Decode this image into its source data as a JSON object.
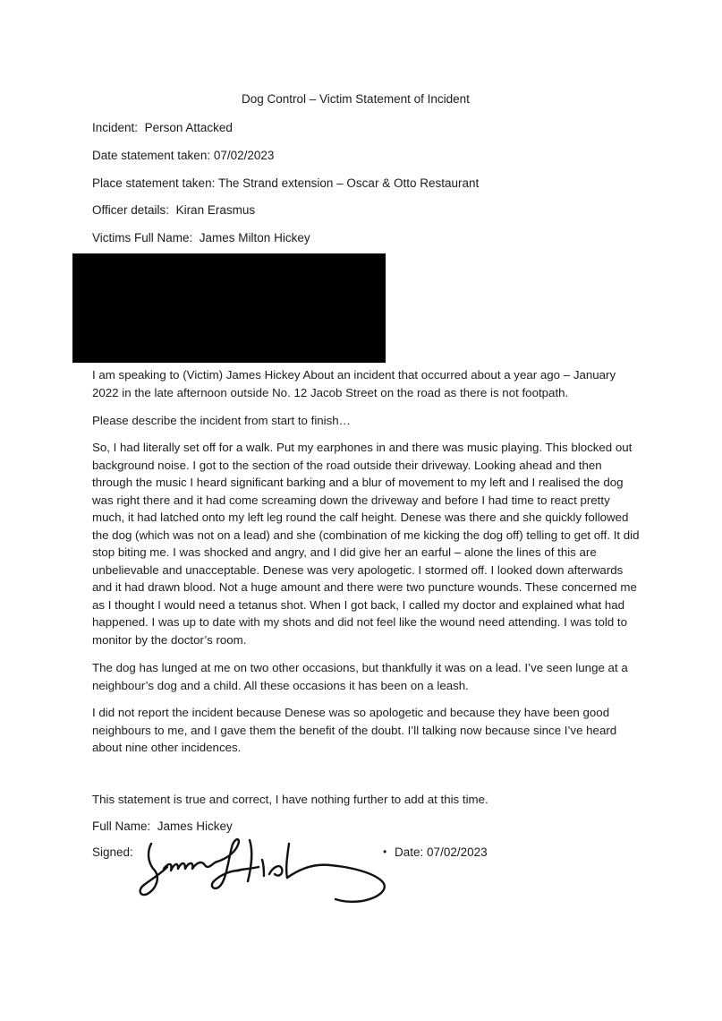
{
  "document": {
    "title": "Dog Control – Victim Statement of Incident",
    "fields": {
      "incident_label": "Incident:",
      "incident_value": "Person Attacked",
      "date_taken_label": "Date statement taken:",
      "date_taken_value": "07/02/2023",
      "place_label": "Place statement taken:",
      "place_value": "The Strand extension – Oscar & Otto Restaurant",
      "officer_label": "Officer details:",
      "officer_value": "Kiran Erasmus",
      "victim_label": "Victims Full Name:",
      "victim_value": "James Milton Hickey"
    },
    "paragraphs": {
      "intro": "I am speaking to (Victim) James Hickey About an incident that occurred about a year ago – January 2022 in the late afternoon outside No. 12 Jacob Street on the road as there is not footpath.",
      "prompt": "Please describe the incident from start to finish…",
      "account": "So, I had literally set off for a walk. Put my earphones in and there was music playing. This blocked out background noise. I got to the section of the road outside their driveway. Looking ahead and then through the music I heard significant barking and a blur of movement to my left and I realised the dog was right there and it had come screaming down the driveway and before I had time to react pretty much, it had latched onto my left leg round the calf height. Denese was there and she quickly followed the dog (which was not on a lead) and she (combination of me kicking the dog off) telling to get off. It did stop biting me. I was shocked and angry, and I did give her an earful – alone the lines of this are unbelievable and unacceptable. Denese was very apologetic. I stormed off. I looked down afterwards and it had drawn blood. Not a huge amount and there were two puncture wounds. These concerned me as I thought I would need a tetanus shot. When I got back, I called my doctor and explained what had happened. I was up to date with my shots and did not feel like the wound need attending. I was told to monitor by the doctor’s room.",
      "other_occasions": "The dog has lunged at me on two other occasions, but thankfully it was on a lead. I’ve seen lunge at a neighbour’s dog and a child. All these occasions it has been on a leash.",
      "not_reported": "I did not report the incident because Denese was so apologetic and because they have been good neighbours to me, and I gave them the benefit of the doubt. I’ll talking now because since I’ve heard about nine other incidences.",
      "declaration": "This statement is true and correct, I have nothing further to add at this time."
    },
    "signoff": {
      "full_name_label": "Full Name:",
      "full_name_value": "James Hickey",
      "signed_label": "Signed:",
      "signature_text": "James Hickey",
      "bullet": "•",
      "date_label": "Date:",
      "date_value": "07/02/2023"
    }
  }
}
